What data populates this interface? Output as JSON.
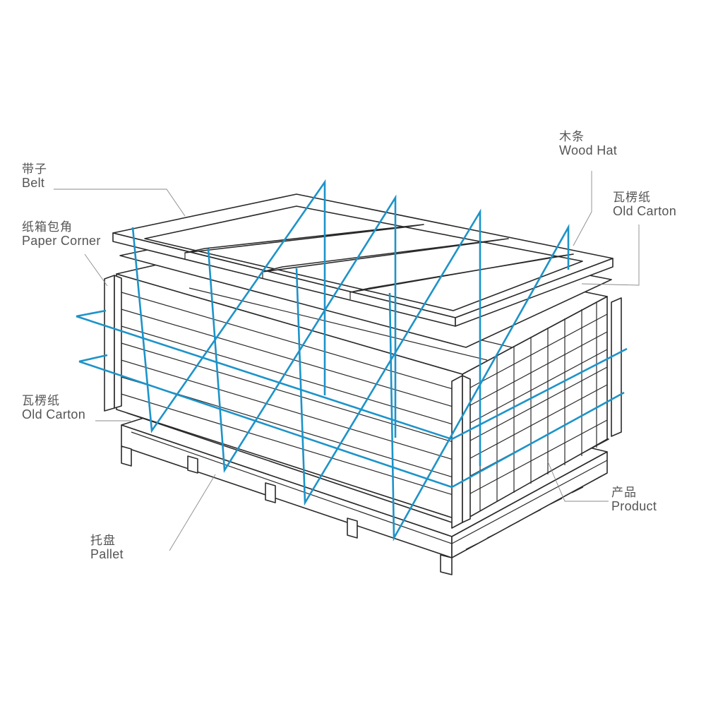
{
  "colors": {
    "belt": "#1d93c9",
    "line": "#2a2a2a",
    "leader": "#8a8a8a",
    "text": "#555555"
  },
  "labels": {
    "belt": {
      "zh": "带子",
      "en": "Belt"
    },
    "paper_corner": {
      "zh": "纸箱包角",
      "en": "Paper Corner"
    },
    "old_carton_left": {
      "zh": "瓦楞纸",
      "en": "Old Carton"
    },
    "pallet": {
      "zh": "托盘",
      "en": "Pallet"
    },
    "wood_hat": {
      "zh": "木条",
      "en": "Wood Hat"
    },
    "old_carton_right": {
      "zh": "瓦楞纸",
      "en": "Old Carton"
    },
    "product": {
      "zh": "产品",
      "en": "Product"
    }
  }
}
